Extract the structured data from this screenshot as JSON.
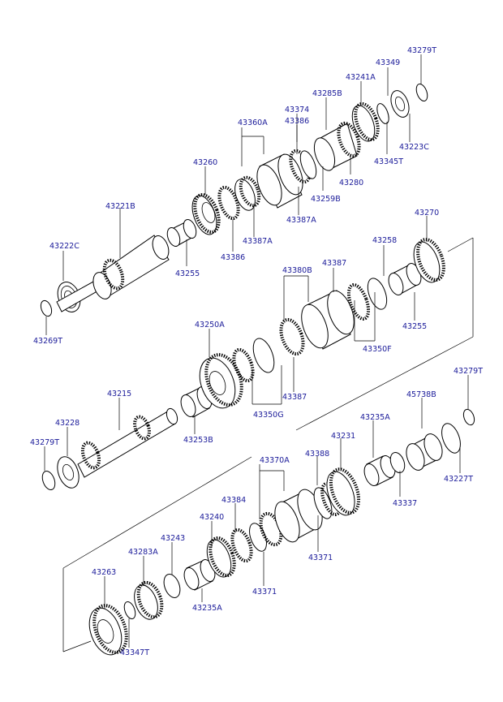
{
  "diagram": {
    "labels": {
      "43279T_a": "43279T",
      "43349": "43349",
      "43241A": "43241A",
      "43285B": "43285B",
      "43374": "43374",
      "43386_a": "43386",
      "43360A": "43360A",
      "43223C": "43223C",
      "43345T": "43345T",
      "43280": "43280",
      "43259B": "43259B",
      "43387A_a": "43387A",
      "43260": "43260",
      "43221B": "43221B",
      "43387A_b": "43387A",
      "43386_b": "43386",
      "43255_a": "43255",
      "43222C": "43222C",
      "43269T": "43269T",
      "43270": "43270",
      "43258": "43258",
      "43380B": "43380B",
      "43387_a": "43387",
      "43255_b": "43255",
      "43350F": "43350F",
      "43250A": "43250A",
      "43387_b": "43387",
      "43350G": "43350G",
      "43215": "43215",
      "43253B": "43253B",
      "43228": "43228",
      "43279T_b": "43279T",
      "43279T_c": "43279T",
      "45738B": "45738B",
      "43235A_a": "43235A",
      "43231": "43231",
      "43227T": "43227T",
      "43388": "43388",
      "43370A": "43370A",
      "43337": "43337",
      "43384": "43384",
      "43240": "43240",
      "43243": "43243",
      "43283A": "43283A",
      "43371_a": "43371",
      "43371_b": "43371",
      "43263": "43263",
      "43235A_b": "43235A",
      "43347T": "43347T"
    }
  }
}
